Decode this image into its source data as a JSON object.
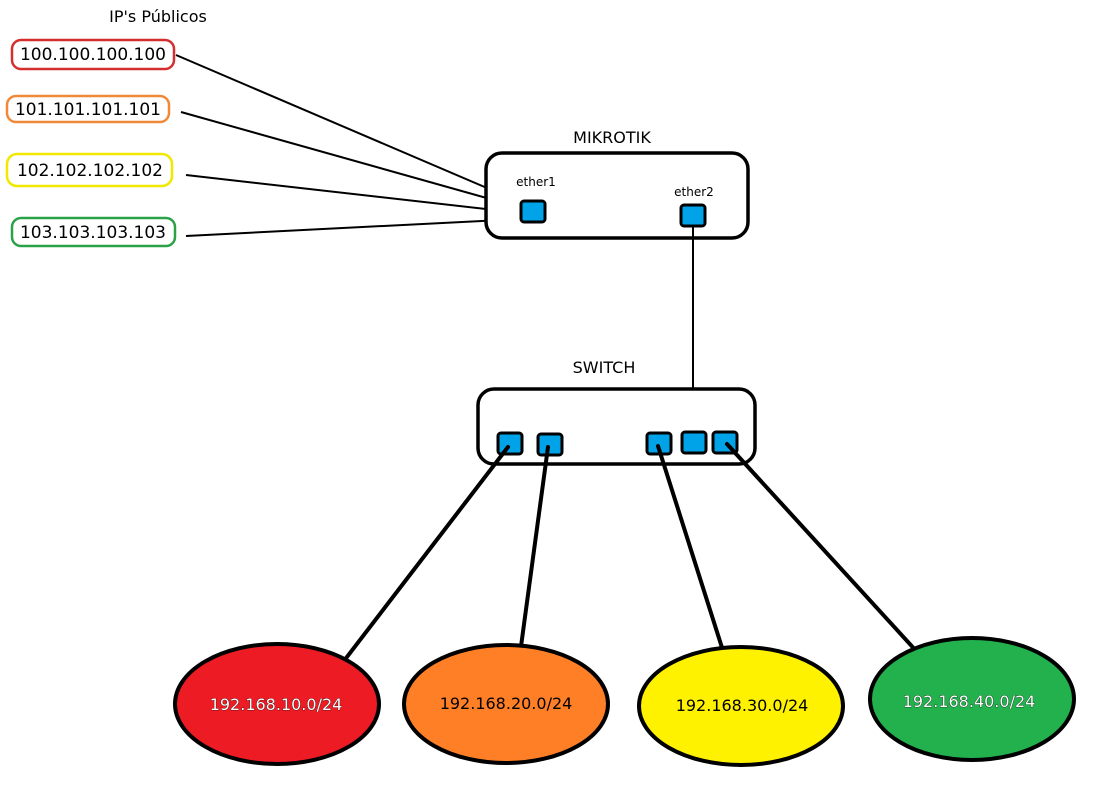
{
  "title": "IP's Públicos",
  "public_ips": [
    {
      "label": "100.100.100.100",
      "color": "#d42f2f"
    },
    {
      "label": "101.101.101.101",
      "color": "#ef8a3a"
    },
    {
      "label": "102.102.102.102",
      "color": "#f1e800"
    },
    {
      "label": "103.103.103.103",
      "color": "#2aa247"
    }
  ],
  "router": {
    "name": "MIKROTIK",
    "port1": "ether1",
    "port2": "ether2"
  },
  "switch": {
    "name": "SWITCH"
  },
  "networks": [
    {
      "label": "192.168.10.0/24",
      "color": "#ed1c24"
    },
    {
      "label": "192.168.20.0/24",
      "color": "#ff7f27"
    },
    {
      "label": "192.168.30.0/24",
      "color": "#fff200"
    },
    {
      "label": "192.168.40.0/24",
      "color": "#22b14c"
    }
  ],
  "port_color": "#00a2e8"
}
